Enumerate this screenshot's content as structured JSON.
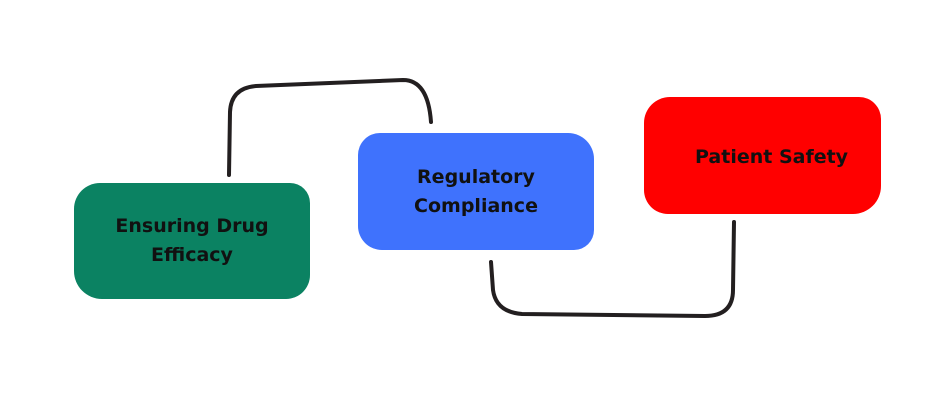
{
  "diagram": {
    "nodes": [
      {
        "id": "drug",
        "label": "Ensuring Drug Efficacy",
        "lines": [
          "Ensuring Drug",
          "Efficacy"
        ],
        "color": "#0b8262"
      },
      {
        "id": "reg",
        "label": "Regulatory Compliance",
        "lines": [
          "Regulatory",
          "Compliance"
        ],
        "color": "#3f72fd"
      },
      {
        "id": "safety",
        "label": "Patient Safety",
        "lines": [
          "Patient Safety"
        ],
        "color": "#ff0000"
      }
    ],
    "edges": [
      {
        "from": "drug",
        "to": "reg"
      },
      {
        "from": "reg",
        "to": "safety"
      }
    ],
    "connector_color": "#231f20"
  }
}
